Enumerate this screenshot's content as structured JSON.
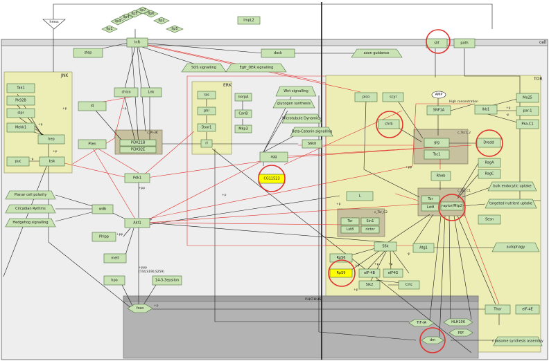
{
  "regions": {
    "cell": "cell",
    "tor": "TOR",
    "nucleus": "nucleus",
    "jnk": "JNK",
    "erk": "ERK",
    "pi3k": "c_PI-3K",
    "tsc": "c_Tsc1_2",
    "torc1": "c_Tor_C1",
    "torc2": "c_Tor_C2"
  },
  "labels": {
    "hmss": "hmss",
    "amp": "AMP",
    "high_conc": "High concentration",
    "p": "+p",
    "pp": "+pp",
    "mp": "-p",
    "ppp": "+ppp",
    "ppp_sites": "(T44,S190,S259)"
  },
  "nodes": {
    "ilp1": "Ilp1",
    "ilp3": "Ilp3",
    "ilp4": "Ilp4",
    "ilp5": "Ilp5",
    "ilp7": "Ilp7",
    "ilp6": "Ilp6",
    "ilp2": "Ilp2",
    "ilp5b": "Ilp5",
    "impl2": "ImpL2",
    "inr": "InR",
    "step": "step",
    "dock": "dock",
    "axon": "axon guidance",
    "sos": "SOS signalling",
    "egfr": "Egfr_DER signalling",
    "tak1": "Tak1",
    "pk92b": "Pk92B",
    "slpr": "slpr",
    "mekk1": "Mekk1",
    "hep": "hep",
    "puc": "puc",
    "bsk": "bsk",
    "chico": "chico",
    "lnk": "Lnk",
    "pi3k21b": "Pi3K21B",
    "pi3k92e": "Pi3K92E",
    "ras": "ras",
    "phl": "phl",
    "dsor1": "Dsor1",
    "rl": "rl",
    "norpa": "norpA",
    "canb": "CanB",
    "mkp3": "Mkp3",
    "wnt": "Wnt signalling",
    "glyco": "glycogen synthesis",
    "micro": "Microtubule Dynamics",
    "beta": "Beta-Catenin signalling",
    "sgg": "sgg",
    "sgg_target": "S6kII",
    "cg11523": "CG11523",
    "i4": "I4",
    "pten": "Pten",
    "pdk1": "Pdk1",
    "akt1": "Akt1",
    "phlpp": "Phlpp",
    "melt": "melt",
    "hpo": "hpo",
    "1433": "14-3-3epsilon",
    "foxo": "foxo",
    "planar": "Planar cell polarity",
    "circ": "Circadian Rythms",
    "hh": "Hedgehog signalling",
    "wdb": "wdb",
    "slif": "slif",
    "path": "path",
    "pico": "pico",
    "scyl": "scyl",
    "chrb": "chrb",
    "snf1a": "SNF1A",
    "lkb1": "lkb1",
    "mo25": "Mo25",
    "par1": "par-1",
    "pkac1": "Pka-C1",
    "gig": "gig",
    "tsc1": "Tsc1",
    "dredd": "Dredd",
    "rheb": "Rheb",
    "raga": "RagA",
    "ragc": "RagC",
    "bulk": "bulk endocytic uptake",
    "targeted": "targeted nutrient uptake",
    "sesn": "Sesn",
    "tor": "Tor",
    "lst8": "Lst8",
    "raptor": "raptor/Mtp2",
    "tor2": "Tor",
    "sin1": "Sin1",
    "lst8b": "Lst8",
    "rictor": "rictor",
    "l": "L",
    "s6k": "S6k",
    "atg1": "Atg1",
    "autophagy": "autophagy",
    "rps6": "RpS6",
    "rps9": "RpS9",
    "eif4b": "eIF-4B",
    "eif4g": "eIF4G",
    "sik2": "Sik2",
    "crtc": "Crtc",
    "thor": "Thor",
    "eif4e": "eIF-4E",
    "tif1a": "TIF-IA",
    "hlh106": "HLH106",
    "pgc": "pgc",
    "dm": "dm",
    "ribo": "ribosome synthesis assembly"
  }
}
